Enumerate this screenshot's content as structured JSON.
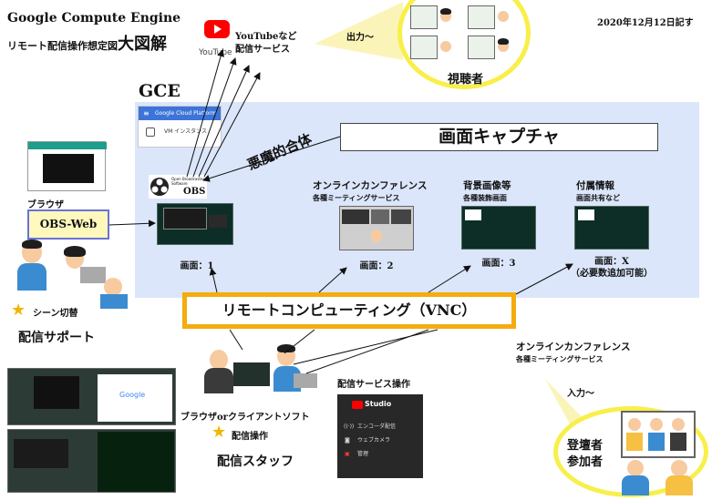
{
  "header": {
    "title": "Google Compute Engine",
    "subtitle_prefix": "リモート配信操作想定図",
    "subtitle_big": "大図解",
    "date": "2020年12月12日記す"
  },
  "youtube": {
    "logo_text": "YouTube",
    "service_line1": "YouTubeなど",
    "service_line2": "配信サービス"
  },
  "output_label": "出力〜",
  "viewers_label": "視聴者",
  "gce_label": "GCE",
  "console": {
    "bar_text": "Google Cloud Platform",
    "row_text": "VM インスタンス"
  },
  "capture_title": "画面キャプチャ",
  "union_text": "悪魔的合体",
  "obs": {
    "small_text": "Open Broadcaster Software",
    "big_text": "OBS"
  },
  "captures": [
    {
      "title": "オンラインカンファレンス",
      "sub": "各種ミーティングサービス",
      "screen_label": "画面：2"
    },
    {
      "title": "背景画像等",
      "sub": "各種装飾画面",
      "screen_label": "画面：3"
    },
    {
      "title": "付属情報",
      "sub": "画面共有など",
      "screen_label": "画面：X",
      "screen_label2": "（必要数追加可能）"
    }
  ],
  "screen1_label": "画面：1",
  "browser_label": "ブラウザ",
  "obs_web_label": "OBS-Web",
  "scene_switch_label": "シーン切替",
  "support_label": "配信サポート",
  "vnc_label": "リモートコンピューティング（VNC）",
  "client_label": "ブラウザorクライアントソフト",
  "op_label": "配信操作",
  "staff_label": "配信スタッフ",
  "studio": {
    "section_label": "配信サービス操作",
    "title": "Studio",
    "items": [
      "エンコーダ配信",
      "ウェブカメラ",
      "管理"
    ]
  },
  "input_conf_title": "オンラインカンファレンス",
  "input_conf_sub": "各種ミーティングサービス",
  "input_label": "入力〜",
  "presenters_line1": "登壇者",
  "presenters_line2": "参加者",
  "colors": {
    "gce_bg": "#dbe6fb",
    "vnc_border": "#f4ac0e",
    "highlight": "#f8ef4a",
    "youtube_red": "#ff0000"
  }
}
